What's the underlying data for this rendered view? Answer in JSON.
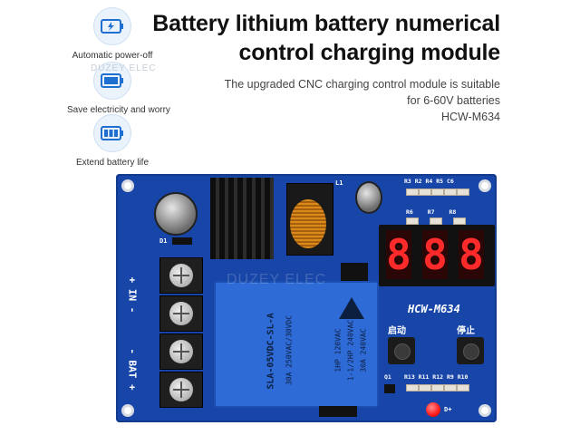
{
  "features": [
    {
      "icon": "battery-charging-icon",
      "label": "Automatic power-off"
    },
    {
      "icon": "battery-full-icon",
      "label": "Save electricity and worry"
    },
    {
      "icon": "battery-level-icon",
      "label": "Extend battery life"
    }
  ],
  "title_line1": "Battery lithium battery numerical",
  "title_line2": "control charging module",
  "desc_line1": "The upgraded CNC charging control module is suitable",
  "desc_line2": "for 6-60V batteries",
  "desc_line3": "HCW-M634",
  "watermark": "DUZEY ELEC",
  "board": {
    "model": "HCW-M634",
    "start_label": "启动",
    "stop_label": "停止",
    "in_label": "+ IN -",
    "bat_label": "- BAT +",
    "relay_line1": "SLA-05VDC-SL-A",
    "relay_line2": "30A 250VAC/30VDC",
    "relay_line3": "1HP 120VAC",
    "relay_line4": "1-1/2HP 240VAC",
    "relay_line5": "30A 240VAC",
    "inductor_label": "L1",
    "diode_label": "D1",
    "led_label": "D+",
    "q_label": "Q1",
    "top_refs": "R3 R2 R4 R5 C6",
    "mid_refs": "R6 R7 R8",
    "bot_refs": "R13 R11 R12 R9 R10",
    "display_digits": [
      "8",
      "8",
      "8"
    ]
  },
  "colors": {
    "board": "#1746a8",
    "accent": "#1f6fd1",
    "display": "#ff2a2a",
    "led": "#ff1a1a"
  }
}
